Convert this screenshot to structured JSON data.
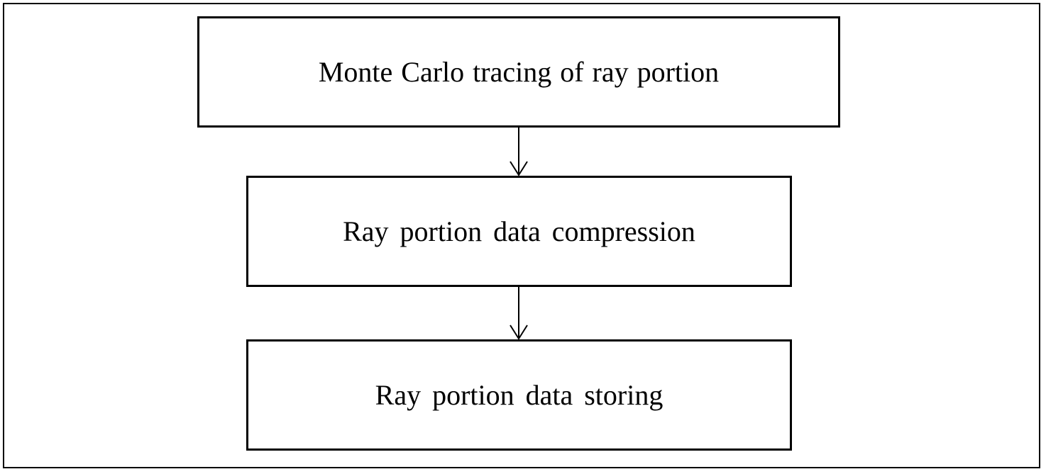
{
  "diagram": {
    "steps": [
      {
        "label": "Monte Carlo tracing of ray portion"
      },
      {
        "label": "Ray portion data compression"
      },
      {
        "label": "Ray portion data storing"
      }
    ]
  }
}
